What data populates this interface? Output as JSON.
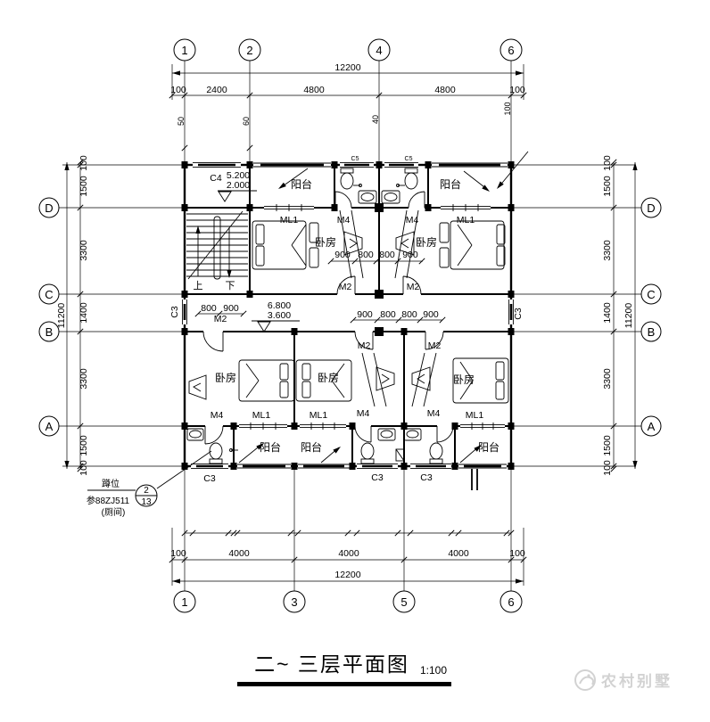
{
  "title": {
    "text": "二~ 三层平面图",
    "scale": "1:100"
  },
  "watermark": {
    "brand": "农村别墅"
  },
  "grid_bubbles": {
    "top": [
      "1",
      "2",
      "4",
      "6"
    ],
    "bottom": [
      "1",
      "3",
      "5",
      "6"
    ],
    "left": [
      "D",
      "C",
      "B",
      "A"
    ],
    "right": [
      "D",
      "C",
      "B",
      "A"
    ]
  },
  "dimensions": {
    "top": {
      "overall": "12200",
      "segments": [
        "100",
        "2400",
        "4800",
        "4800",
        "100"
      ],
      "offsets": [
        "50",
        "60",
        "40",
        "100"
      ]
    },
    "bottom": {
      "overall": "12200",
      "segments": [
        "100",
        "4000",
        "4000",
        "4000",
        "100"
      ]
    },
    "left": {
      "overall": "11200",
      "segments": [
        "100",
        "1500",
        "3300",
        "1400",
        "3300",
        "1500",
        "100"
      ]
    },
    "right": {
      "overall": "11200",
      "segments": [
        "100",
        "1500",
        "3300",
        "1400",
        "3300",
        "1500",
        "100"
      ]
    },
    "interior": {
      "d900": "900",
      "d800": "800"
    }
  },
  "rooms": {
    "balcony": "阳台",
    "bedroom": "卧房"
  },
  "doors": {
    "ml1": "ML1",
    "m2": "M2",
    "m4": "M4"
  },
  "windows": {
    "c3": "C3",
    "c4": "C4",
    "c5": "C5"
  },
  "levels": {
    "l5200": "5.200",
    "l2000": "2.000",
    "l6800": "6.800",
    "l3600": "3.600"
  },
  "stairs": {
    "up": "上",
    "down": "下"
  },
  "detail_note": {
    "title": "蹲位",
    "ref": "参88ZJ511",
    "room": "(厕间)",
    "bubble_num": "2",
    "bubble_sheet": "13"
  }
}
